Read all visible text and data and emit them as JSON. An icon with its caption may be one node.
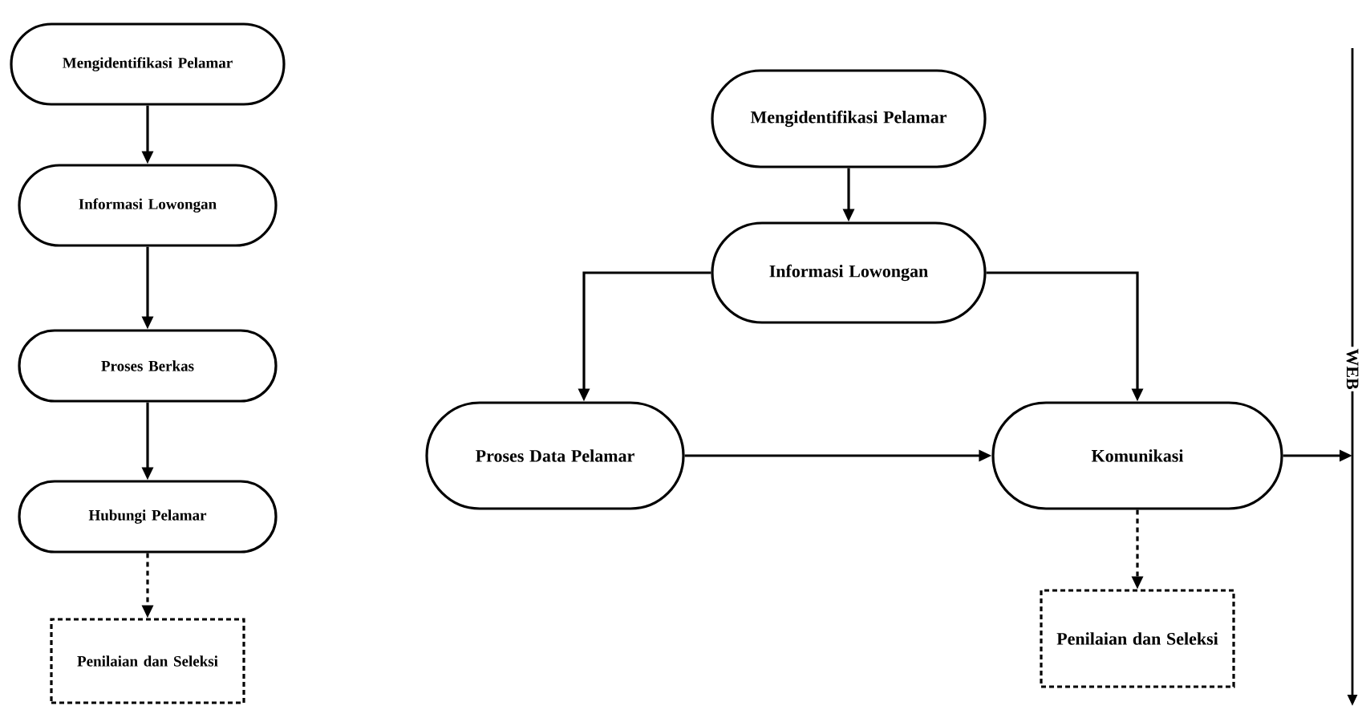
{
  "diagram": {
    "nodes": [
      {
        "text": [
          "Mengidentifikasi Pelamar"
        ]
      },
      {
        "text": [
          "Informasi Lowongan"
        ]
      },
      {
        "text": [
          "Proses Berkas"
        ]
      },
      {
        "text": [
          "Hubungi Pelamar"
        ]
      },
      {
        "text": [
          "Penilaian dan Seleksi"
        ]
      },
      {
        "text": [
          "Mengidentifikasi Pelamar"
        ]
      },
      {
        "text": [
          "Informasi Lowongan"
        ]
      },
      {
        "text": [
          "Proses Data Pelamar"
        ]
      },
      {
        "text": [
          "Komunikasi"
        ]
      },
      {
        "text": [
          "Penilaian dan Seleksi"
        ]
      },
      {
        "text": [
          "WEB"
        ]
      }
    ],
    "edges": [
      {
        "from": 0,
        "to": 1,
        "arrow": "to"
      },
      {
        "from": 1,
        "to": 2,
        "arrow": "to"
      },
      {
        "from": 2,
        "to": 3,
        "arrow": "to"
      },
      {
        "from": 3,
        "to": 4,
        "arrow": "to",
        "style": "dashed"
      },
      {
        "from": 5,
        "to": 6,
        "arrow": "to"
      },
      {
        "from": 6,
        "to": 7,
        "arrow": "to"
      },
      {
        "from": 6,
        "to": 8,
        "arrow": "to"
      },
      {
        "from": 7,
        "to": 8,
        "arrow": "to"
      },
      {
        "from": 8,
        "to": 9,
        "arrow": "to",
        "style": "dashed"
      },
      {
        "from": 8,
        "to": 10,
        "arrow": "to"
      }
    ]
  }
}
